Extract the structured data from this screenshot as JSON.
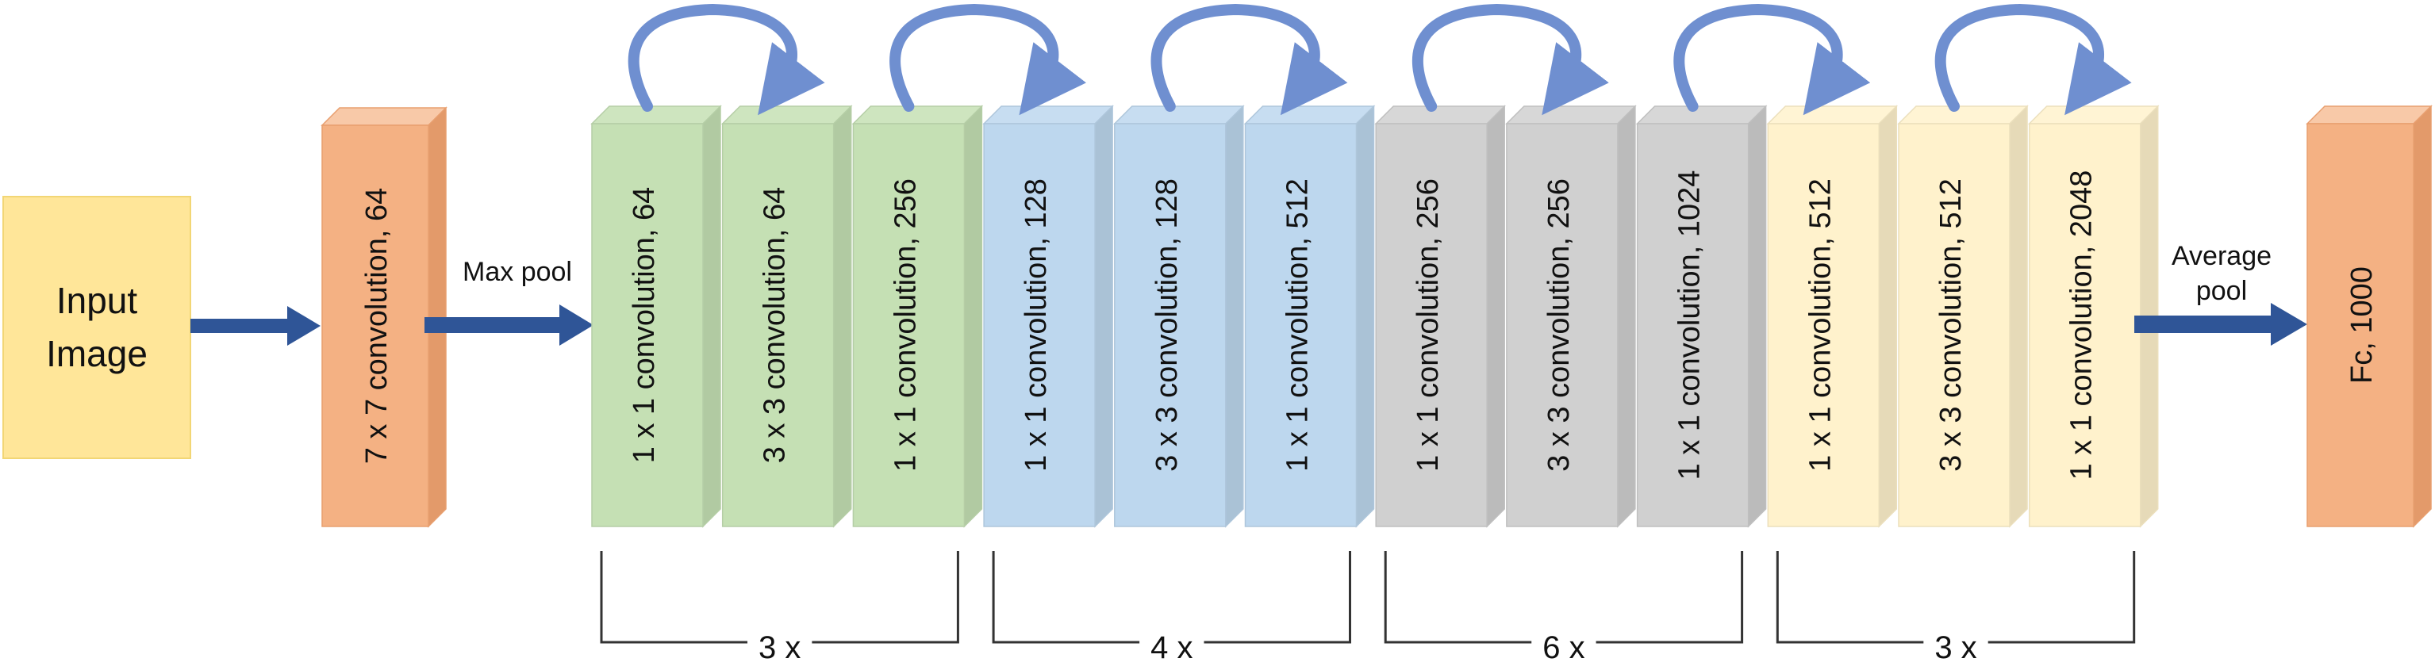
{
  "input": {
    "line1": "Input",
    "line2": "Image"
  },
  "stem": {
    "label": "7 x 7 convolution, 64"
  },
  "max_pool": "Max pool",
  "average_pool": {
    "line1": "Average",
    "line2": "pool"
  },
  "fc": {
    "label": "Fc, 1000"
  },
  "colors": {
    "input_fill": "#ffe699",
    "stem_fill": "#f4b183",
    "group1": "#c5e0b4",
    "group2": "#bdd7ee",
    "group3": "#d0d0d0",
    "group4": "#fff2cc",
    "arrow": "#2f5597",
    "loop": "#6f8fd0"
  },
  "blocks": [
    {
      "label": "1 x 1 convolution, 64",
      "group": 1
    },
    {
      "label": "3 x 3 convolution, 64",
      "group": 1
    },
    {
      "label": "1 x 1 convolution, 256",
      "group": 1
    },
    {
      "label": "1 x 1 convolution, 128",
      "group": 2
    },
    {
      "label": "3 x 3 convolution, 128",
      "group": 2
    },
    {
      "label": "1 x 1 convolution, 512",
      "group": 2
    },
    {
      "label": "1 x 1 convolution, 256",
      "group": 3
    },
    {
      "label": "3 x 3 convolution, 256",
      "group": 3
    },
    {
      "label": "1 x 1 convolution, 1024",
      "group": 3
    },
    {
      "label": "1 x 1 convolution, 512",
      "group": 4
    },
    {
      "label": "3 x 3 convolution, 512",
      "group": 4
    },
    {
      "label": "1 x 1 convolution, 2048",
      "group": 4
    }
  ],
  "repeats": [
    "3 x",
    "4 x",
    "6 x",
    "3 x"
  ]
}
